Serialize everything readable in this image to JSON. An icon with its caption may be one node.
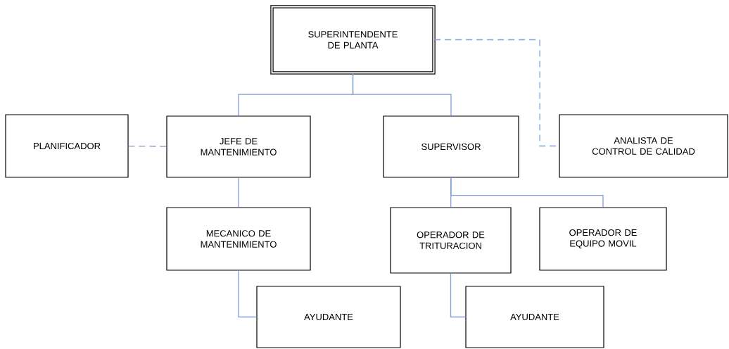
{
  "diagram": {
    "nodes": [
      {
        "text": [
          "SUPERINTENDENTE DE PLANTA"
        ]
      },
      {
        "text": [
          "PLANIFICADOR"
        ]
      },
      {
        "text": [
          "JEFE DE MANTENIMIENTO"
        ]
      },
      {
        "text": [
          "SUPERVISOR"
        ]
      },
      {
        "text": [
          "ANALISTA DE CONTROL DE CALIDAD"
        ]
      },
      {
        "text": [
          "MECANICO DE MANTENIMIENTO"
        ]
      },
      {
        "text": [
          "OPERADOR DE TRITURACION"
        ]
      },
      {
        "text": [
          "OPERADOR DE EQUIPO MOVIL"
        ]
      },
      {
        "text": [
          "AYUDANTE"
        ]
      },
      {
        "text": [
          "AYUDANTE"
        ]
      }
    ],
    "edges": [
      {
        "from": 0,
        "to": 2,
        "arrow": "none"
      },
      {
        "from": 0,
        "to": 3,
        "arrow": "none"
      },
      {
        "from": 0,
        "to": 4,
        "arrow": "none",
        "style": "dashed"
      },
      {
        "from": 2,
        "to": 1,
        "arrow": "none",
        "style": "dashed"
      },
      {
        "from": 2,
        "to": 5,
        "arrow": "none"
      },
      {
        "from": 3,
        "to": 6,
        "arrow": "none"
      },
      {
        "from": 3,
        "to": 7,
        "arrow": "none"
      },
      {
        "from": 5,
        "to": 8,
        "arrow": "none"
      },
      {
        "from": 6,
        "to": 9,
        "arrow": "none"
      }
    ]
  }
}
